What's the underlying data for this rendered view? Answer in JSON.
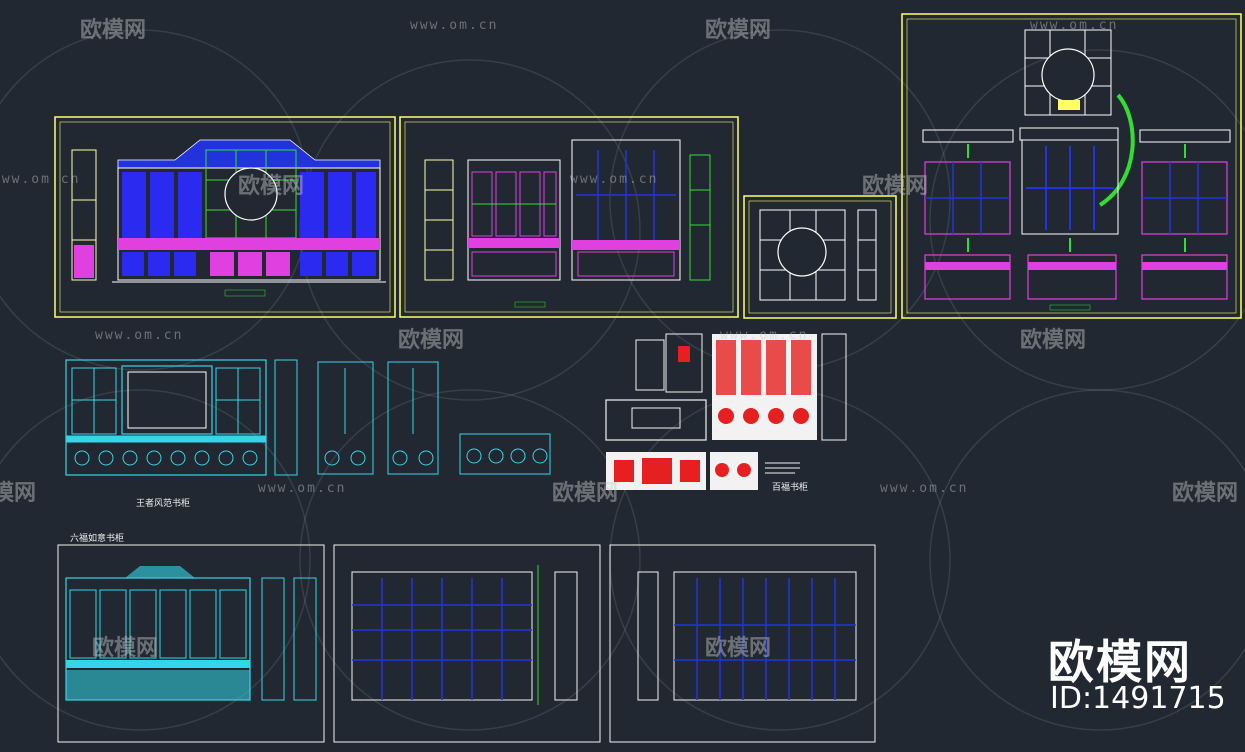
{
  "watermark": {
    "url": "www.om.cn",
    "logo": "欧模网"
  },
  "brand": {
    "name": "欧模网",
    "id": "ID:1491715"
  },
  "labels": {
    "wangzhe": "王者风范书柜",
    "baifu": "百福书柜",
    "liufu": "六福如意书柜"
  },
  "colors": {
    "background": "#212832",
    "frame": "#ffff66",
    "cyan": "#33d6e6",
    "blue": "#2233dd",
    "magenta": "#e040e0",
    "green": "#33dd33",
    "white": "#f2f2f2",
    "red": "#e62020"
  }
}
